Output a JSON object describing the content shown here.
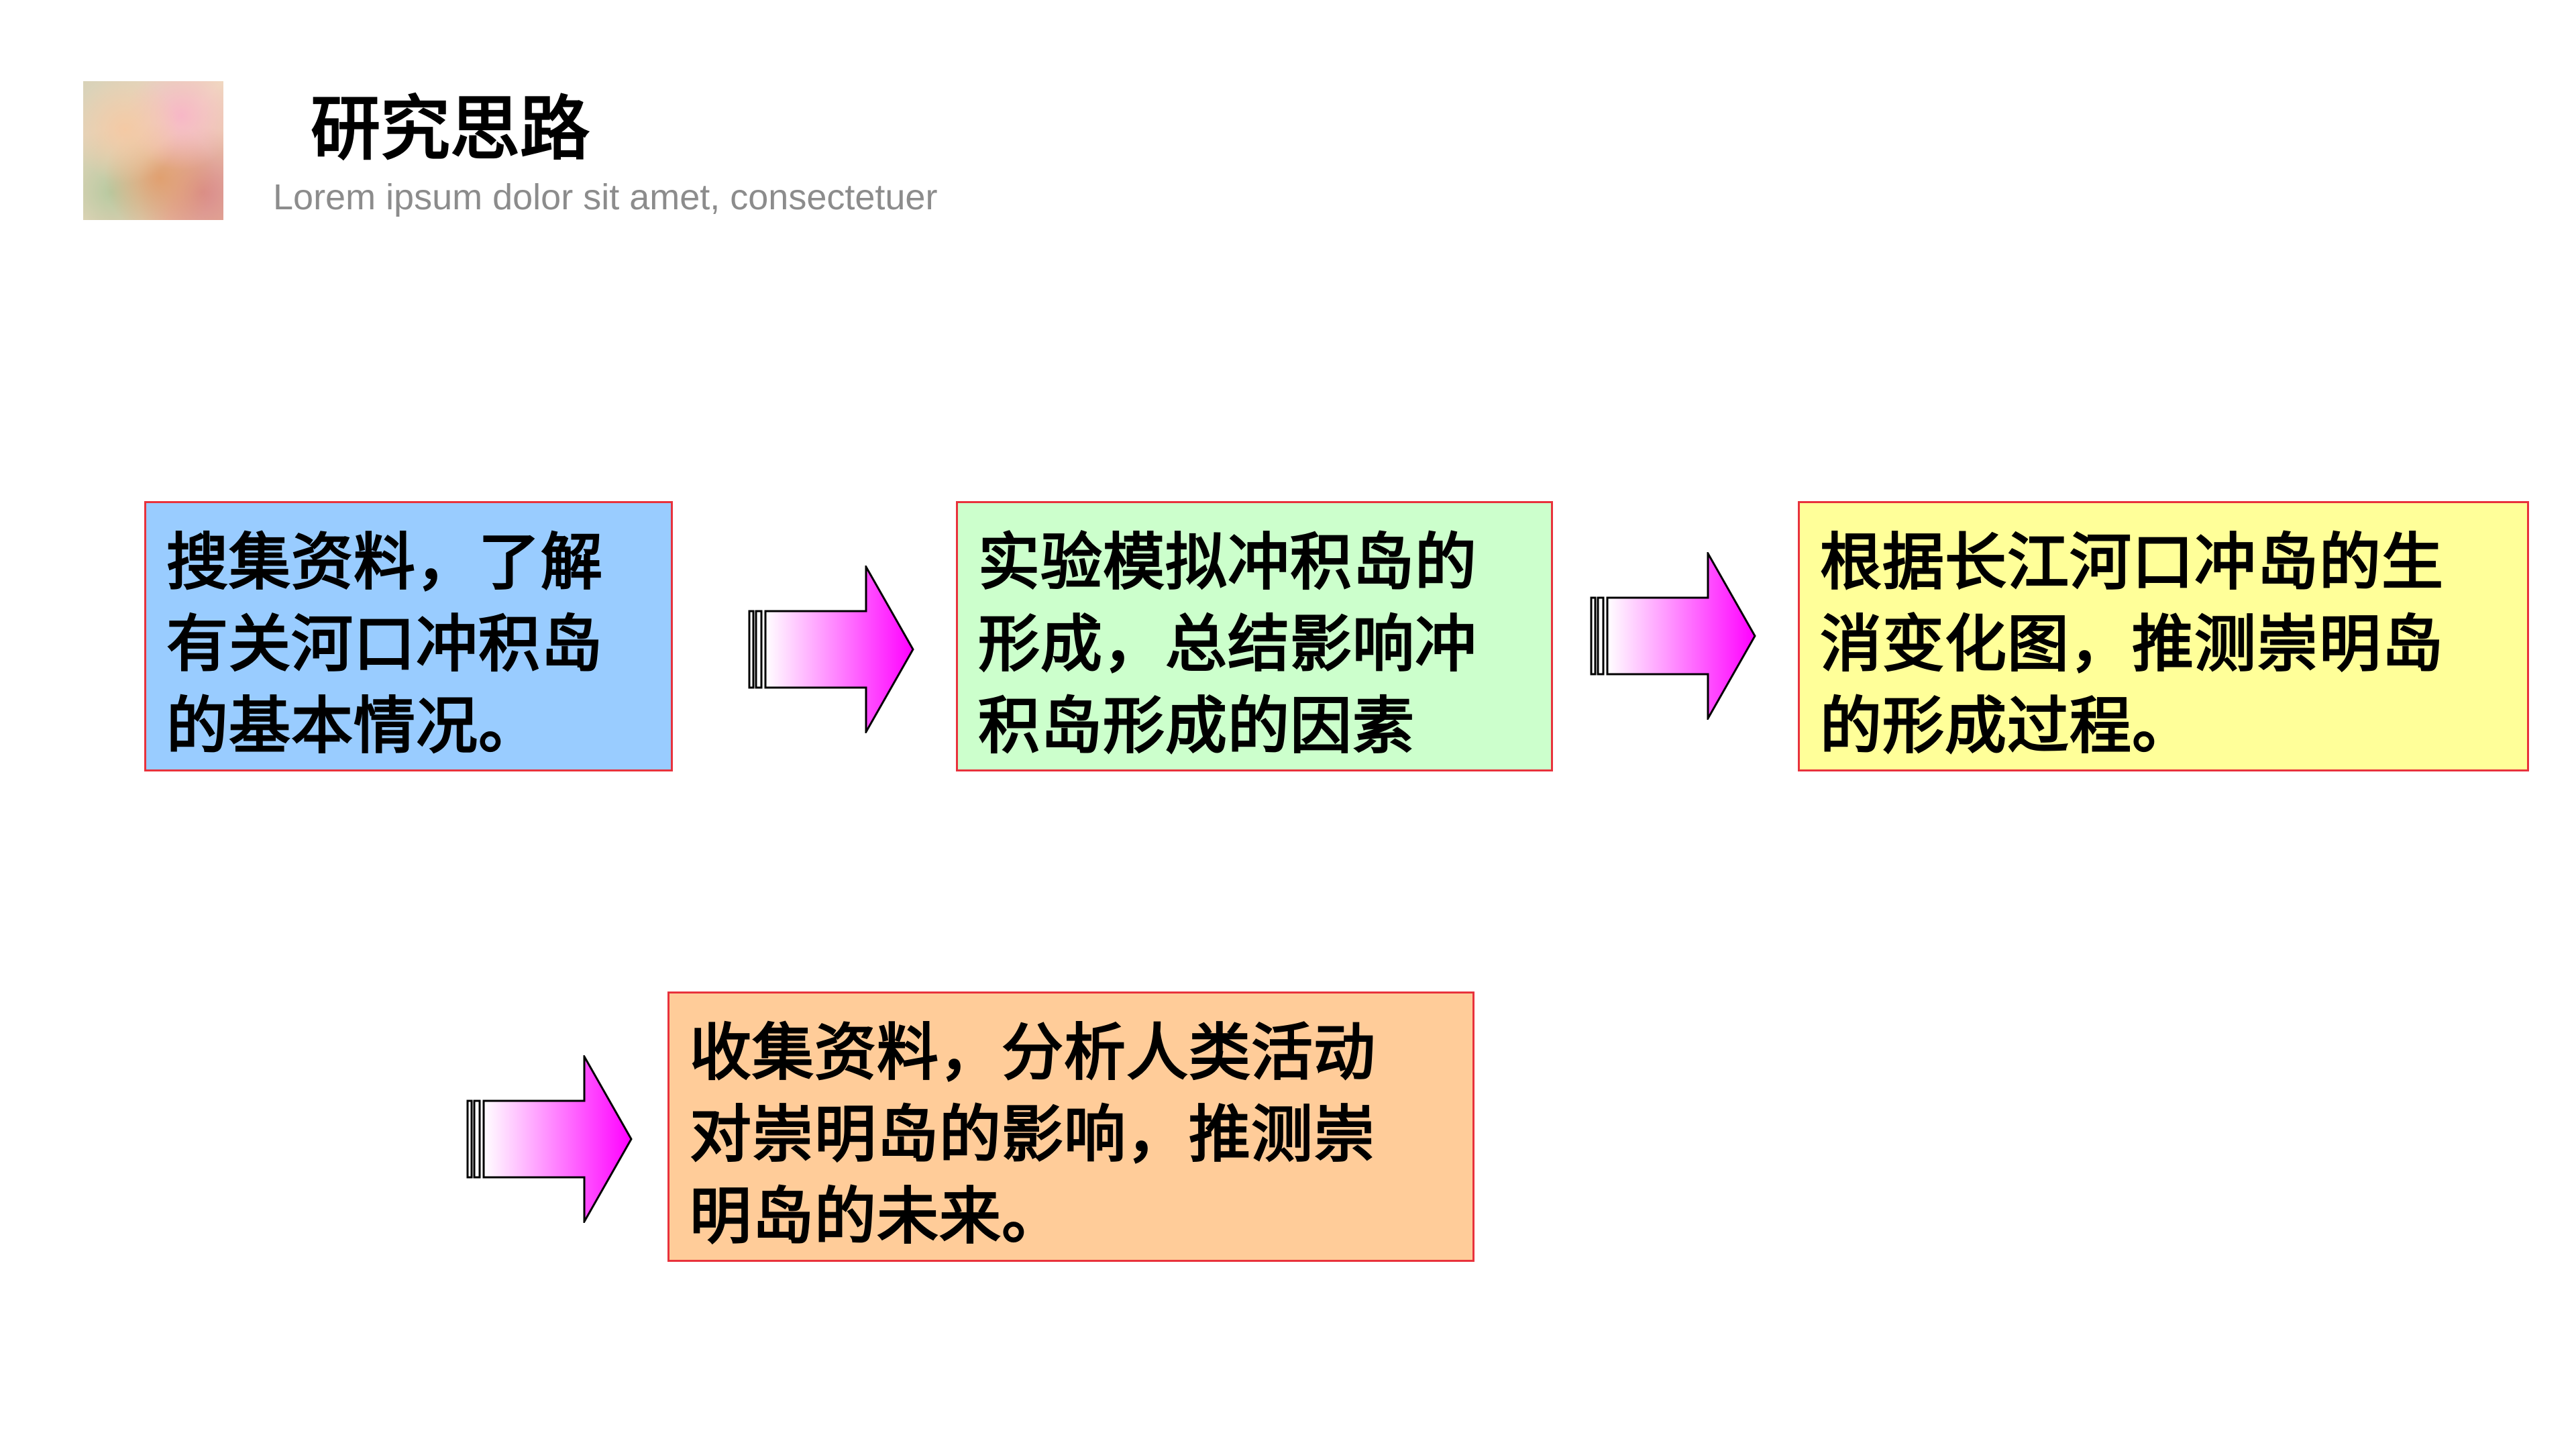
{
  "header": {
    "title": "研究思路",
    "subtitle": "Lorem ipsum dolor sit amet, consectetuer"
  },
  "colors": {
    "box_border": "#e8323c",
    "box_1": "#99ccff",
    "box_2": "#ccffcc",
    "box_3": "#ffff99",
    "box_4": "#ffcc99",
    "arrow_start": "#ffffff",
    "arrow_end": "#ff00ff"
  },
  "steps": [
    {
      "lines": [
        "搜集资料，了解",
        "有关河口冲积岛",
        "的基本情况。"
      ]
    },
    {
      "lines": [
        "实验模拟冲积岛的",
        "形成，总结影响冲",
        "积岛形成的因素"
      ]
    },
    {
      "lines": [
        "根据长江河口冲岛的生",
        "消变化图，推测崇明岛",
        "的形成过程。"
      ]
    },
    {
      "lines": [
        "收集资料，分析人类活动",
        "对崇明岛的影响，推测崇",
        "明岛的未来。"
      ]
    }
  ],
  "arrows": [
    {
      "icon": "striped-right-arrow-icon"
    },
    {
      "icon": "striped-right-arrow-icon"
    },
    {
      "icon": "striped-right-arrow-icon"
    }
  ]
}
